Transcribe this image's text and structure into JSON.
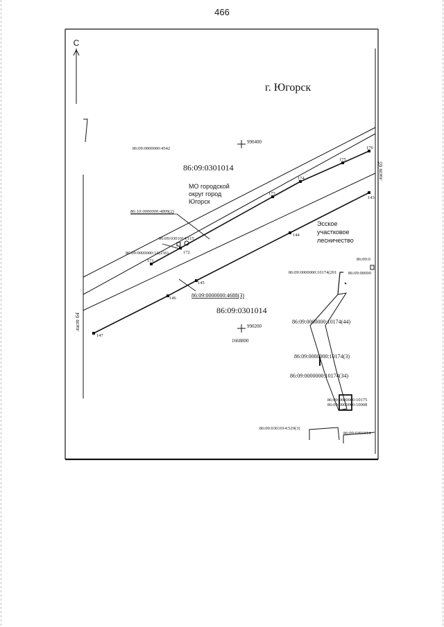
{
  "page_number": "466",
  "north_arrow": {
    "label": "С"
  },
  "city_title": "г. Югорск",
  "sheet_labels": {
    "left": "лист 64",
    "right": "лист 65"
  },
  "blocks": {
    "top": "86:09:0301014",
    "bottom": "86:09:0301014"
  },
  "area_labels": {
    "municipality": [
      "МО городской",
      "округ город",
      "Югорск"
    ],
    "forestry": [
      "Эсское",
      "участковое",
      "лесничество"
    ]
  },
  "survey_points": [
    {
      "id": "990400",
      "label": "990400"
    },
    {
      "id": "990200",
      "label": "990200"
    }
  ],
  "coordinate_note": "1668800",
  "parcels": [
    {
      "id": "p4542",
      "label": "86:09:0000000:4542"
    },
    {
      "id": "p4809",
      "label": "86:10:0000000:4809(2)"
    },
    {
      "id": "p115",
      "label": "86:09:0301014:115"
    },
    {
      "id": "p236",
      "label": "86:09:0000000:14(236)"
    },
    {
      "id": "p4688",
      "label": "86:09:0000000:4688(3)"
    },
    {
      "id": "p201",
      "label": "86:09:0000000:10174(201"
    },
    {
      "id": "p0a",
      "label": "86:09:0"
    },
    {
      "id": "p0b",
      "label": "86:09:00000"
    },
    {
      "id": "p44",
      "label": "86:09:0000000:10174(44)"
    },
    {
      "id": "p3",
      "label": "86:09:0000000:10174(3)"
    },
    {
      "id": "p34",
      "label": "86:09:0000000:10174(34)"
    },
    {
      "id": "p75",
      "label": "86:09:0000000:10175"
    },
    {
      "id": "p08",
      "label": "86:09:0000000:10008"
    },
    {
      "id": "p529",
      "label": "86:09:0301014:529(3)"
    },
    {
      "id": "pblk",
      "label": "86:09:0301014"
    }
  ],
  "pickets": [
    "171",
    "172",
    "173",
    "174",
    "175",
    "176",
    "143",
    "144",
    "145",
    "146",
    "147"
  ]
}
